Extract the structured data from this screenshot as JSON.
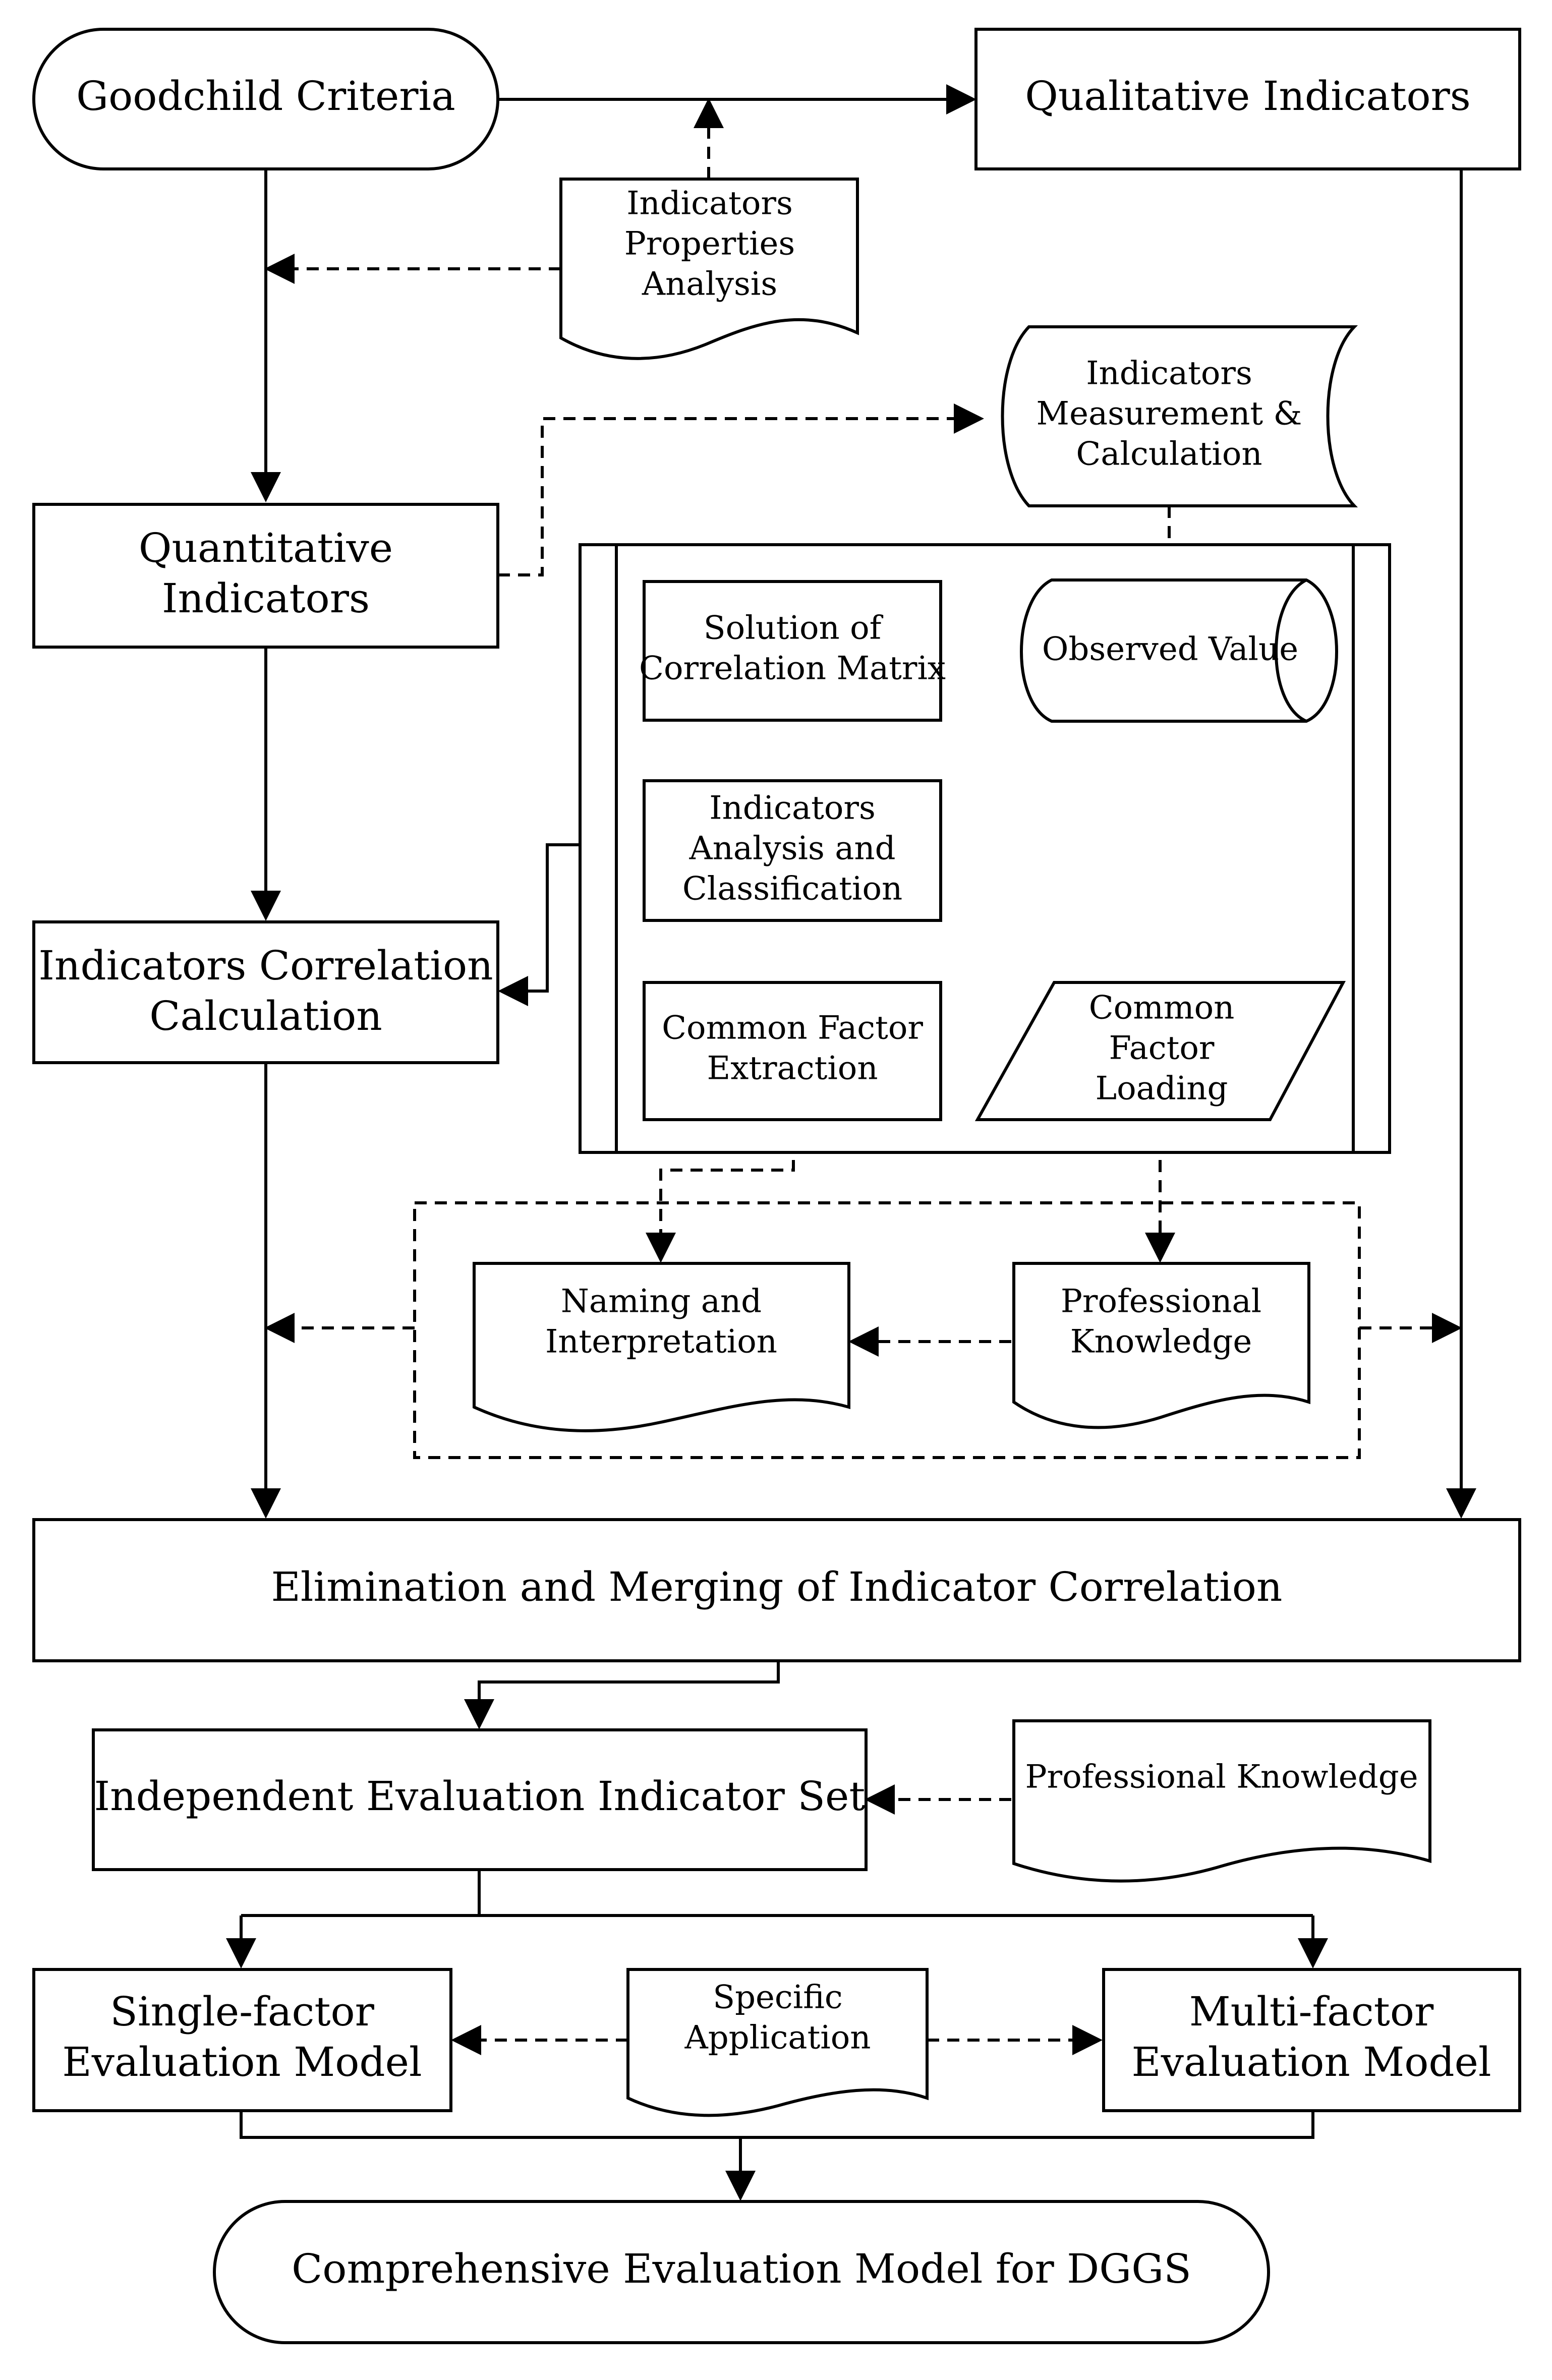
{
  "nodes": {
    "goodchild_criteria": "Goodchild Criteria",
    "qualitative_indicators": "Qualitative Indicators",
    "indicators_properties_analysis": [
      "Indicators",
      "Properties",
      "Analysis"
    ],
    "indicators_measurement_calculation": [
      "Indicators",
      "Measurement &",
      "Calculation"
    ],
    "quantitative_indicators": [
      "Quantitative",
      "Indicators"
    ],
    "solution_correlation_matrix": [
      "Solution of",
      "Correlation Matrix"
    ],
    "observed_value": "Observed Value",
    "indicators_analysis_classification": [
      "Indicators",
      "Analysis and",
      "Classification"
    ],
    "indicators_correlation_calculation": [
      "Indicators Correlation",
      "Calculation"
    ],
    "common_factor_extraction": [
      "Common Factor",
      "Extraction"
    ],
    "common_factor_loading": [
      "Common",
      "Factor",
      "Loading"
    ],
    "naming_interpretation": [
      "Naming and",
      "Interpretation"
    ],
    "professional_knowledge_inner": [
      "Professional",
      "Knowledge"
    ],
    "elimination_merging": "Elimination and Merging of Indicator Correlation",
    "independent_indicator_set": "Independent Evaluation Indicator Set",
    "professional_knowledge_outer": "Professional Knowledge",
    "single_factor_model": [
      "Single-factor",
      "Evaluation Model"
    ],
    "specific_application": [
      "Specific",
      "Application"
    ],
    "multi_factor_model": [
      "Multi-factor",
      "Evaluation Model"
    ],
    "comprehensive_model": "Comprehensive Evaluation Model for DGGS"
  }
}
